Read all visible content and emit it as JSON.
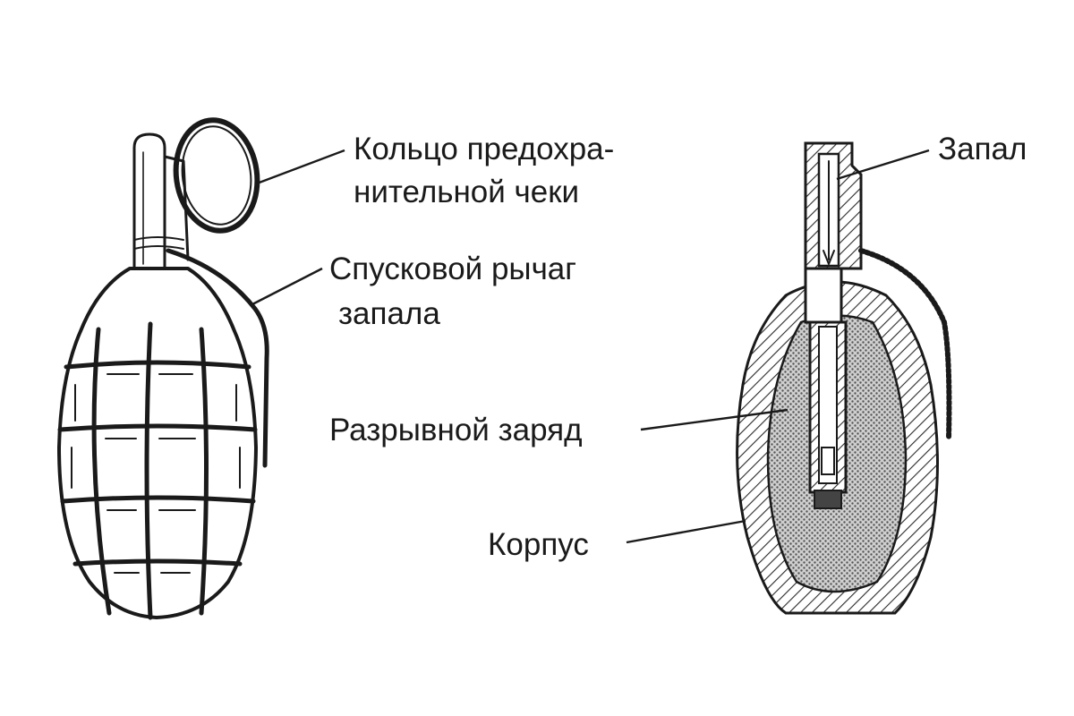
{
  "labels": {
    "ring_line1": "Кольцо предохра-",
    "ring_line2": "нительной чеки",
    "lever_line1": "Спусковой рычаг",
    "lever_line2": "запала",
    "fuze": "Запал",
    "charge": "Разрывной заряд",
    "body": "Корпус"
  },
  "colors": {
    "ink": "#1a1a1a",
    "paper": "#ffffff",
    "hatch": "#2a2a2a",
    "charge_fill": "#9a9a9a"
  }
}
